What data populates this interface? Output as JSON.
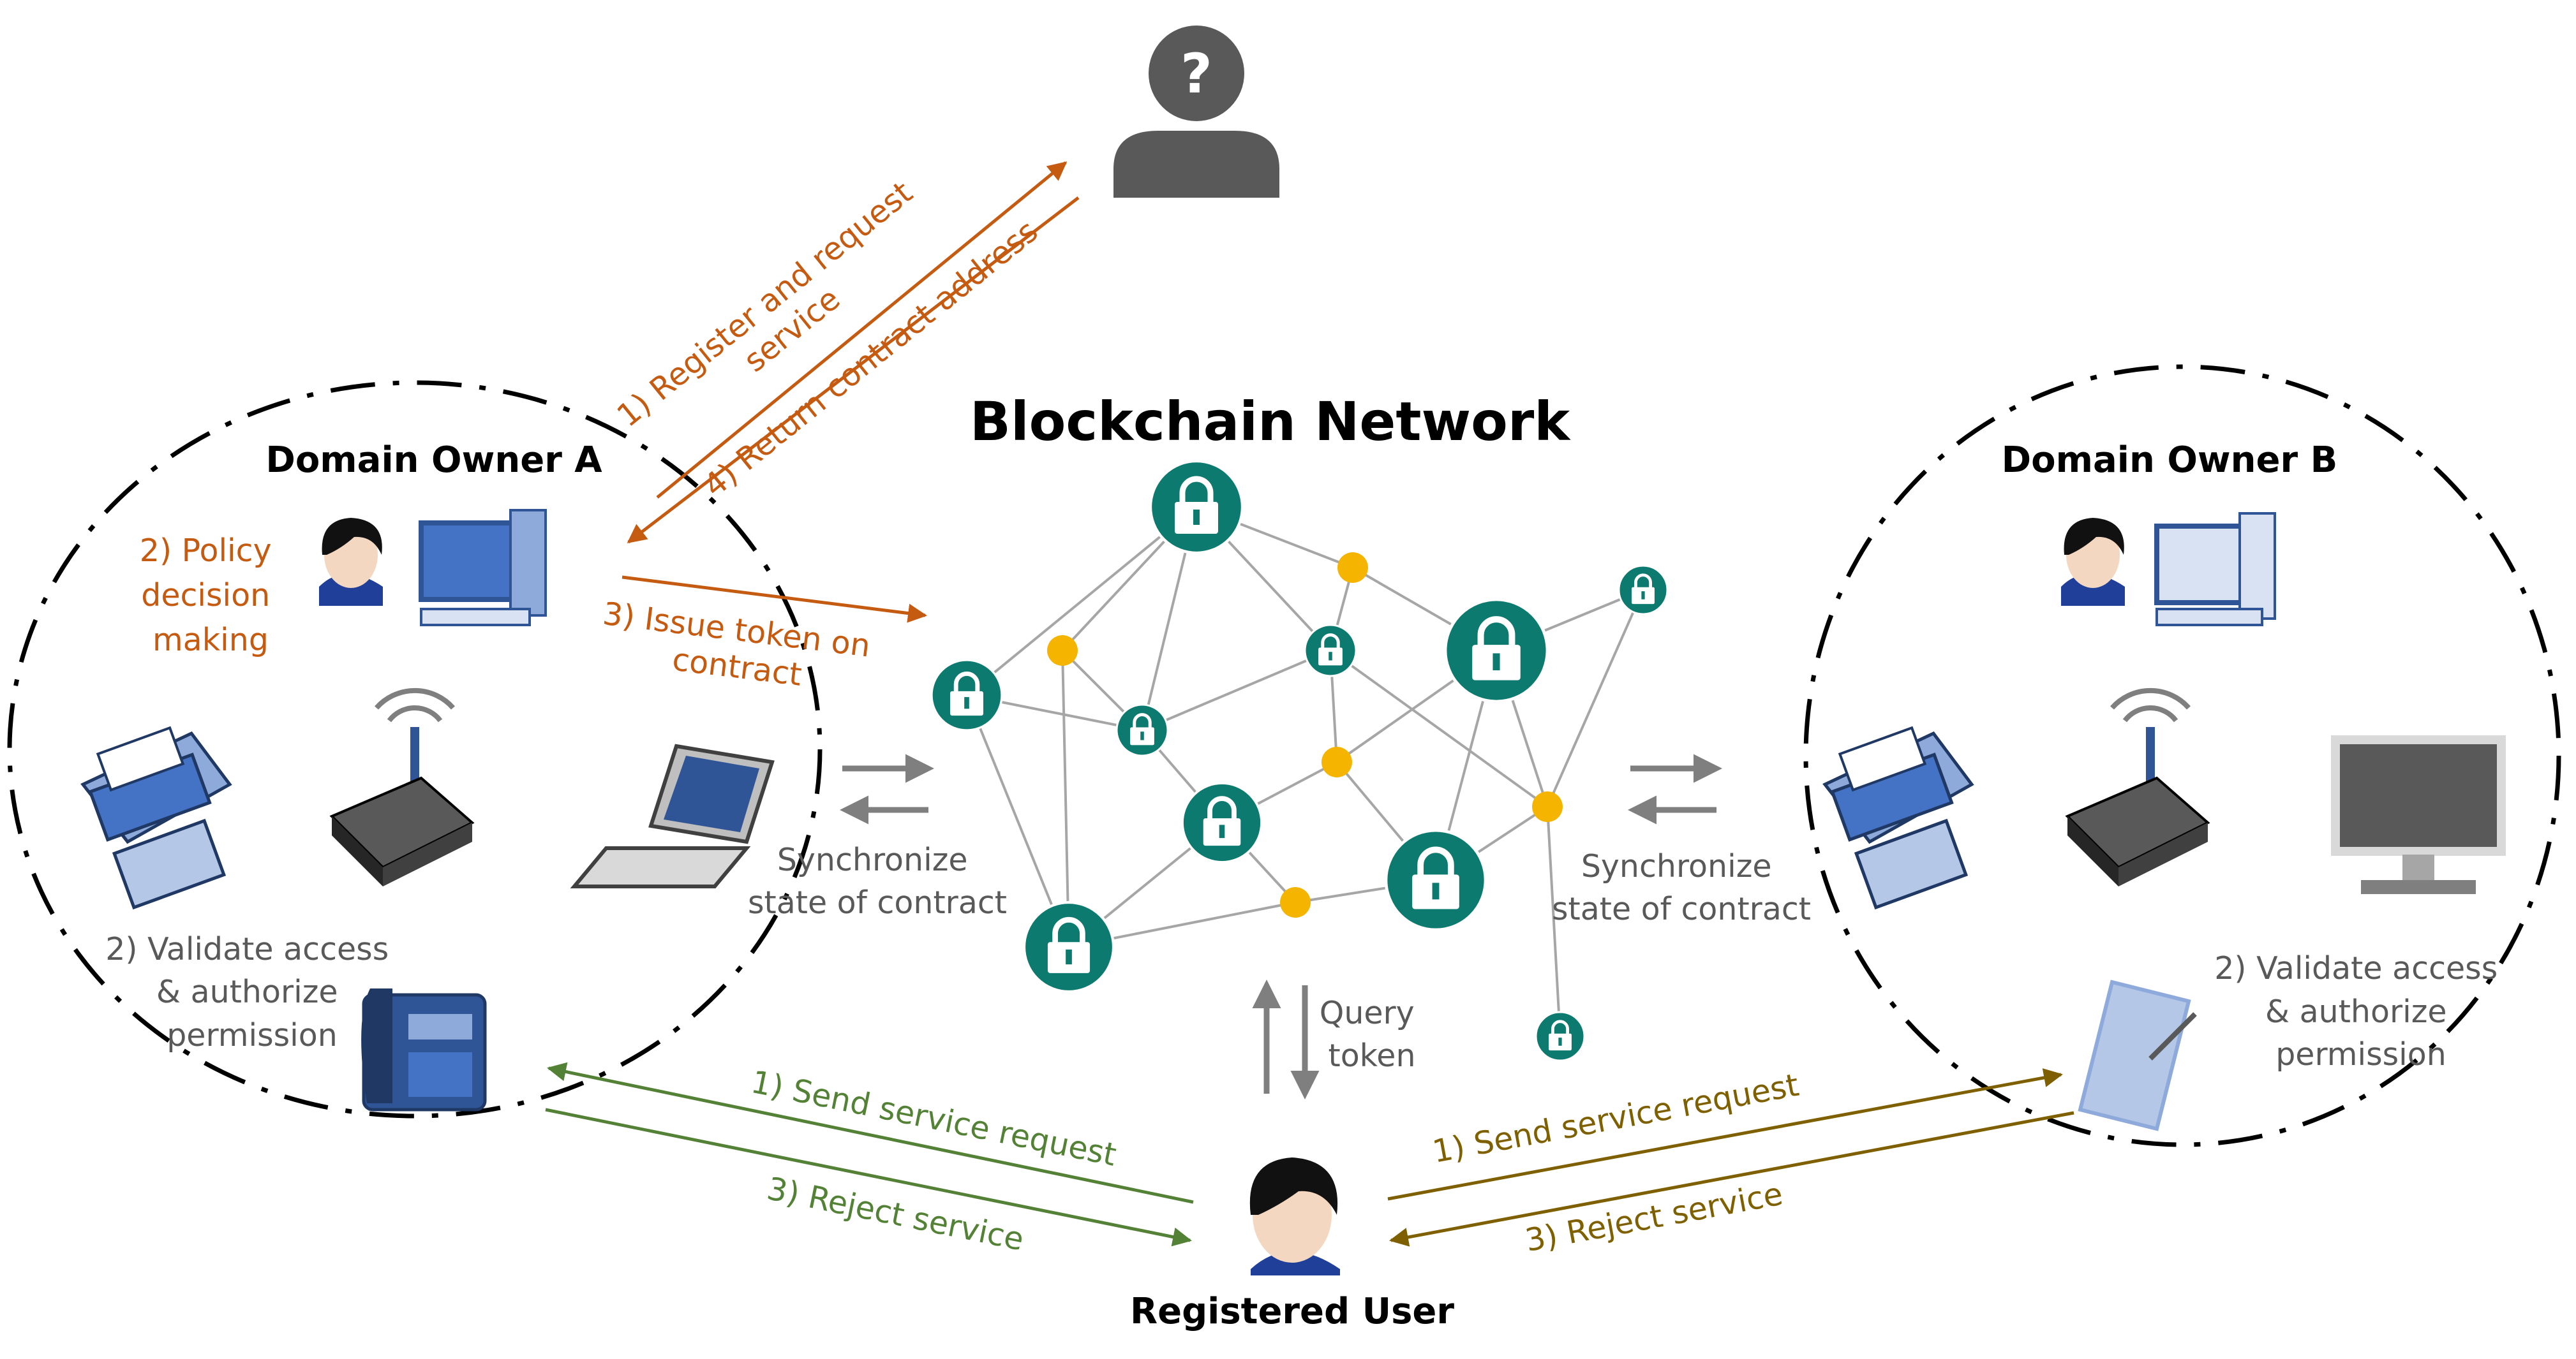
{
  "title": "Blockchain Network",
  "unknown_user": {
    "badge": "?"
  },
  "domain_a": {
    "title": "Domain Owner A",
    "policy": [
      "2) Policy",
      "decision",
      "making"
    ],
    "validate": [
      "2) Validate access",
      "& authorize",
      "permission"
    ]
  },
  "domain_b": {
    "title": "Domain Owner B",
    "validate": [
      "2) Validate access",
      "& authorize",
      "permission"
    ]
  },
  "registered_user": "Registered User",
  "arrows": {
    "register": [
      "1) Register and request",
      "service"
    ],
    "return_contract": "4) Return contract address",
    "issue_token": [
      "3) Issue token on",
      "contract"
    ],
    "sync_left": [
      "Synchronize",
      "state of contract"
    ],
    "sync_right": [
      "Synchronize",
      "state of contract"
    ],
    "query": [
      "Query",
      "token"
    ],
    "send_a": "1) Send service request",
    "reject_a": "3) Reject service",
    "send_b": "1) Send service request",
    "reject_b": "3) Reject service"
  },
  "colors": {
    "orange": "#c55a11",
    "green": "#538135",
    "olive": "#7f6000",
    "gray": "#7f7f7f",
    "teal": "#0d7a6f",
    "gold": "#f5b400"
  }
}
